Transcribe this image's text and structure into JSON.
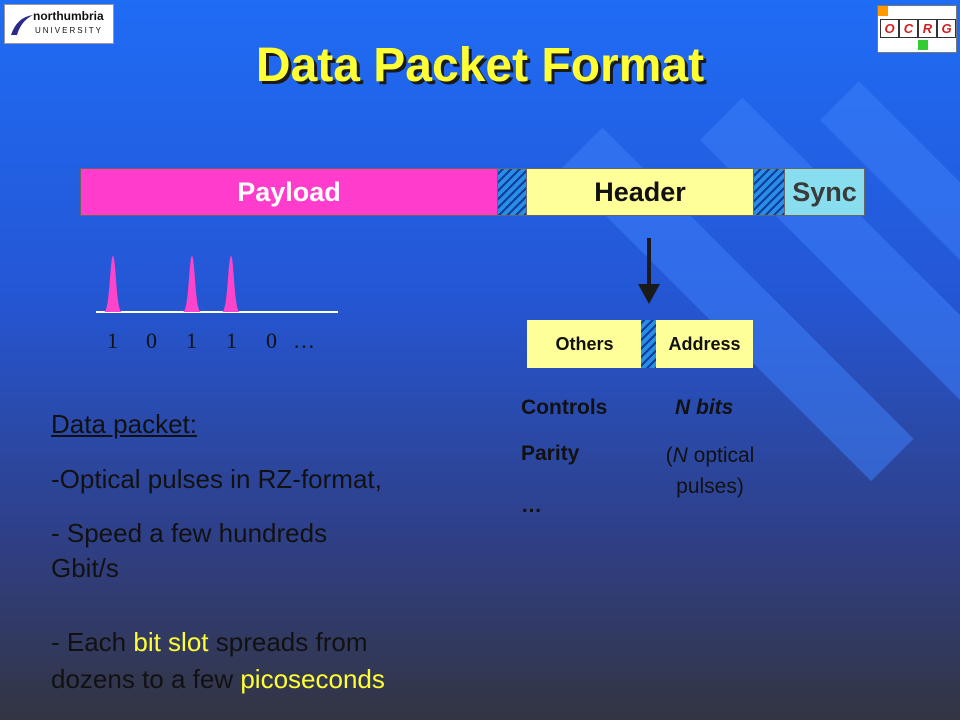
{
  "logos": {
    "university": {
      "line1": "northumbria",
      "line2": "UNIVERSITY"
    },
    "ocrg": [
      "O",
      "C",
      "R",
      "G"
    ]
  },
  "title": "Data Packet Format",
  "packet_bar": {
    "payload": "Payload",
    "header": "Header",
    "sync": "Sync"
  },
  "bit_sequence": [
    "1",
    "0",
    "1",
    "1",
    "0",
    "…"
  ],
  "header_detail": {
    "others": "Others",
    "address": "Address"
  },
  "others_list": {
    "controls": "Controls",
    "parity": "Parity",
    "more": "…"
  },
  "address_info": {
    "n_bits": "N bits",
    "optical_open": "(",
    "optical_n": "N",
    "optical_rest": " optical",
    "pulses": "pulses)"
  },
  "description": {
    "heading": "Data packet:",
    "line1": "-Optical pulses in RZ-format,",
    "line2a": "- Speed a few hundreds",
    "line2b": "Gbit/s",
    "line3_pre": "- Each ",
    "line3_highlight": "bit slot",
    "line3_post": " spreads from",
    "line4_pre": "dozens to a few ",
    "line4_highlight": "picoseconds"
  },
  "colors": {
    "payload": "#ff3ccc",
    "header": "#ffff99",
    "sync": "#88ddee",
    "hatch": "#2b8de8",
    "pulse": "#ff44cc",
    "highlight": "#ffff33"
  }
}
